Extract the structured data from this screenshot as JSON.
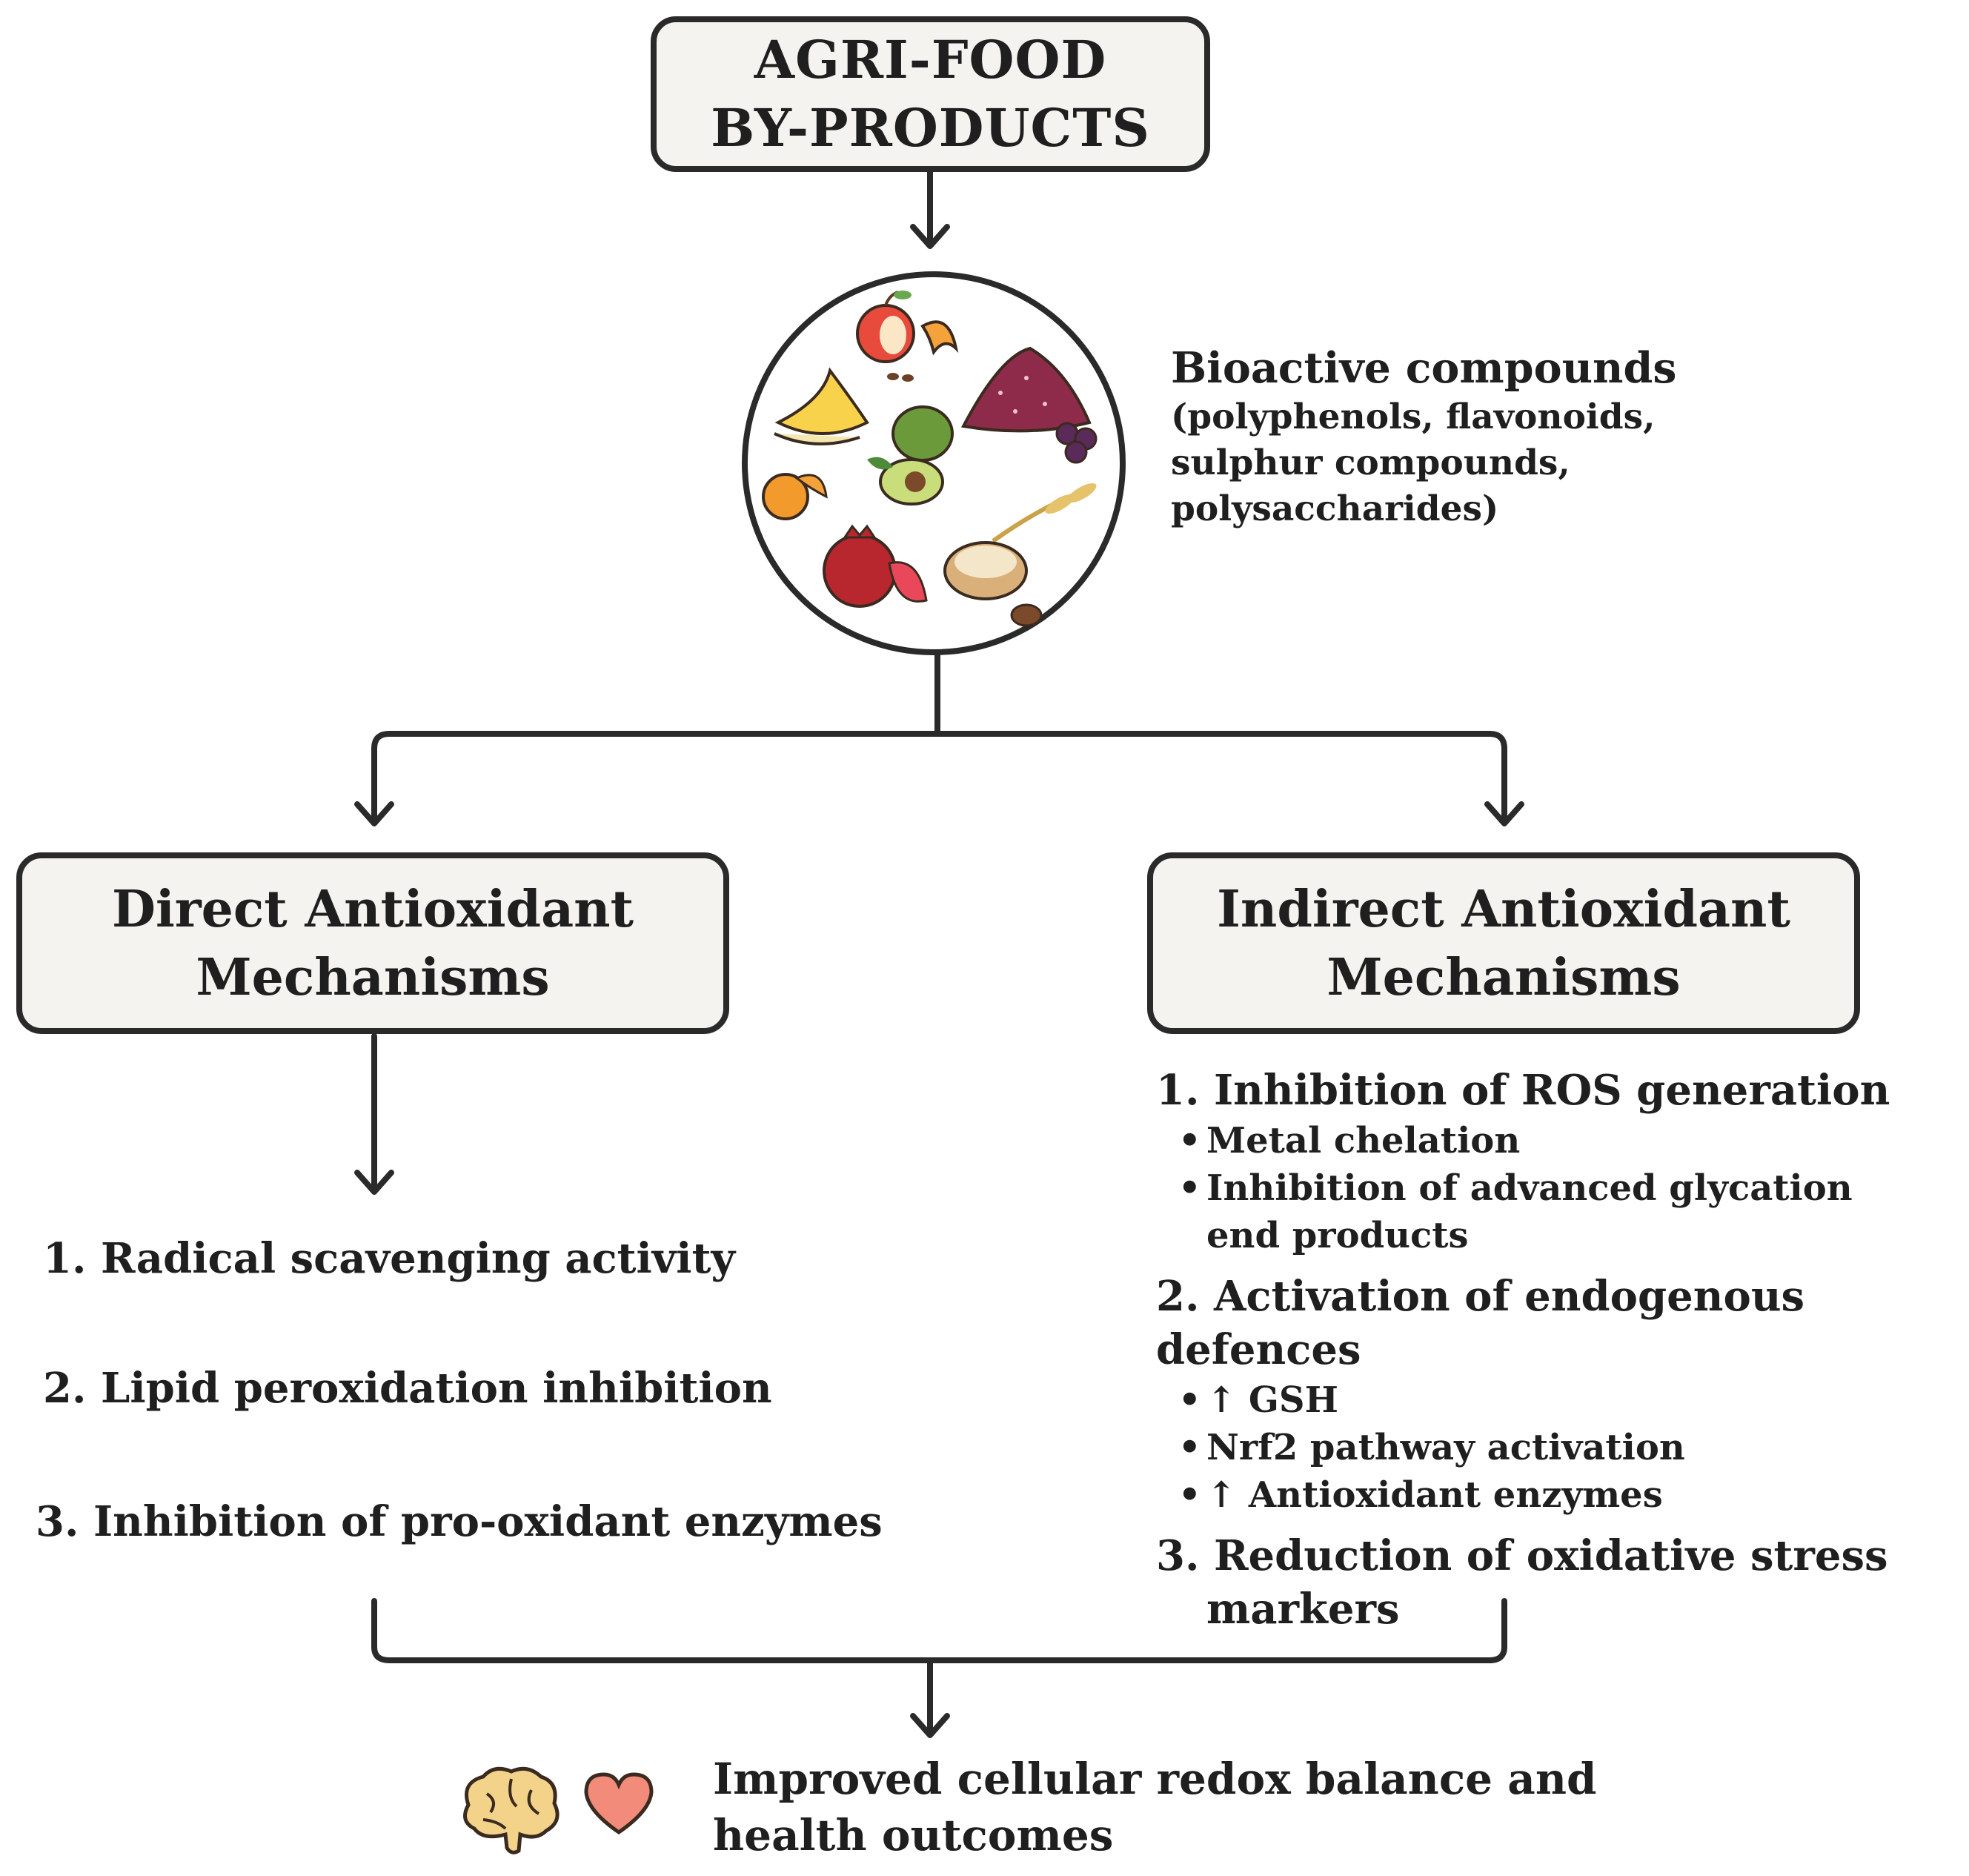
{
  "top_box": {
    "line1": "AGRI-FOOD",
    "line2": "BY-PRODUCTS"
  },
  "bioactive": {
    "title": "Bioactive compounds",
    "lines": [
      "(polyphenols, flavonoids,",
      "sulphur compounds,",
      "polysaccharides)"
    ]
  },
  "direct": {
    "line1": "Direct Antioxidant",
    "line2": "Mechanisms",
    "items": [
      "1. Radical scavenging activity",
      "2. Lipid peroxidation inhibition",
      "3. Inhibition of pro-oxidant enzymes"
    ]
  },
  "indirect": {
    "line1": "Indirect Antioxidant",
    "line2": "Mechanisms",
    "sections": [
      {
        "heading": "1. Inhibition of ROS generation",
        "bullets": [
          "Metal chelation",
          "Inhibition of advanced glycation",
          "end products"
        ]
      },
      {
        "heading": "2. Activation of endogenous defences",
        "bullets": [
          "↑ GSH",
          "Nrf2 pathway activation",
          "↑ Antioxidant enzymes"
        ]
      },
      {
        "heading": "3. Reduction of oxidative stress",
        "heading_cont": "markers"
      }
    ]
  },
  "outcome": {
    "line1": "Improved cellular redox balance and",
    "line2": "health outcomes"
  },
  "icons": [
    "food-plate-icon",
    "brain-icon",
    "heart-icon"
  ],
  "colors": {
    "stroke": "#2a2a2a",
    "box_fill": "#f4f3ef",
    "heart": "#f28b7a",
    "brain": "#f3d38a"
  }
}
